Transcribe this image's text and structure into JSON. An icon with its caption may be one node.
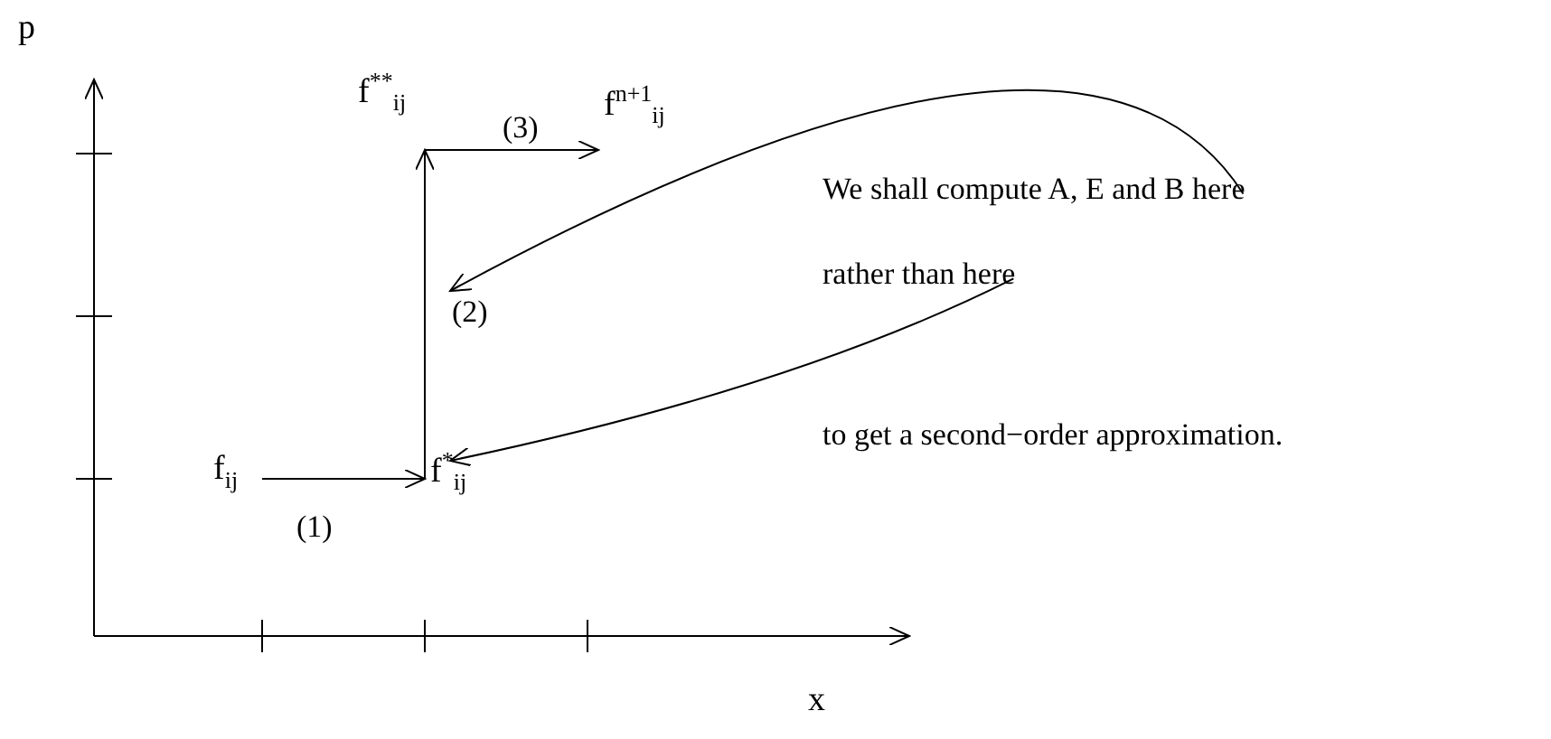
{
  "diagram": {
    "nodes": [
      {
        "text": [
          "f$_{ij}$"
        ]
      },
      {
        "text": [
          "f$^{*}$$_{ij}$"
        ]
      },
      {
        "text": [
          "f$^{**}$$_{ij}$"
        ]
      },
      {
        "text": [
          "f$^{n+1}$$_{ij}$"
        ]
      },
      {
        "text": [
          "We shall compute A, E and B here"
        ]
      },
      {
        "text": [
          "rather than here"
        ]
      }
    ],
    "edges": [
      {
        "from": 0,
        "to": 1,
        "arrow": "to",
        "label": "(1)"
      },
      {
        "from": 1,
        "to": 2,
        "arrow": "to",
        "label": "(2)"
      },
      {
        "from": 2,
        "to": 3,
        "arrow": "to",
        "label": "(3)"
      },
      {
        "from": 4,
        "to": null,
        "arrow": "to"
      },
      {
        "from": 5,
        "to": 1,
        "arrow": "to"
      }
    ],
    "labels": [
      "p",
      "to get a second−order approximation.",
      "x"
    ]
  }
}
